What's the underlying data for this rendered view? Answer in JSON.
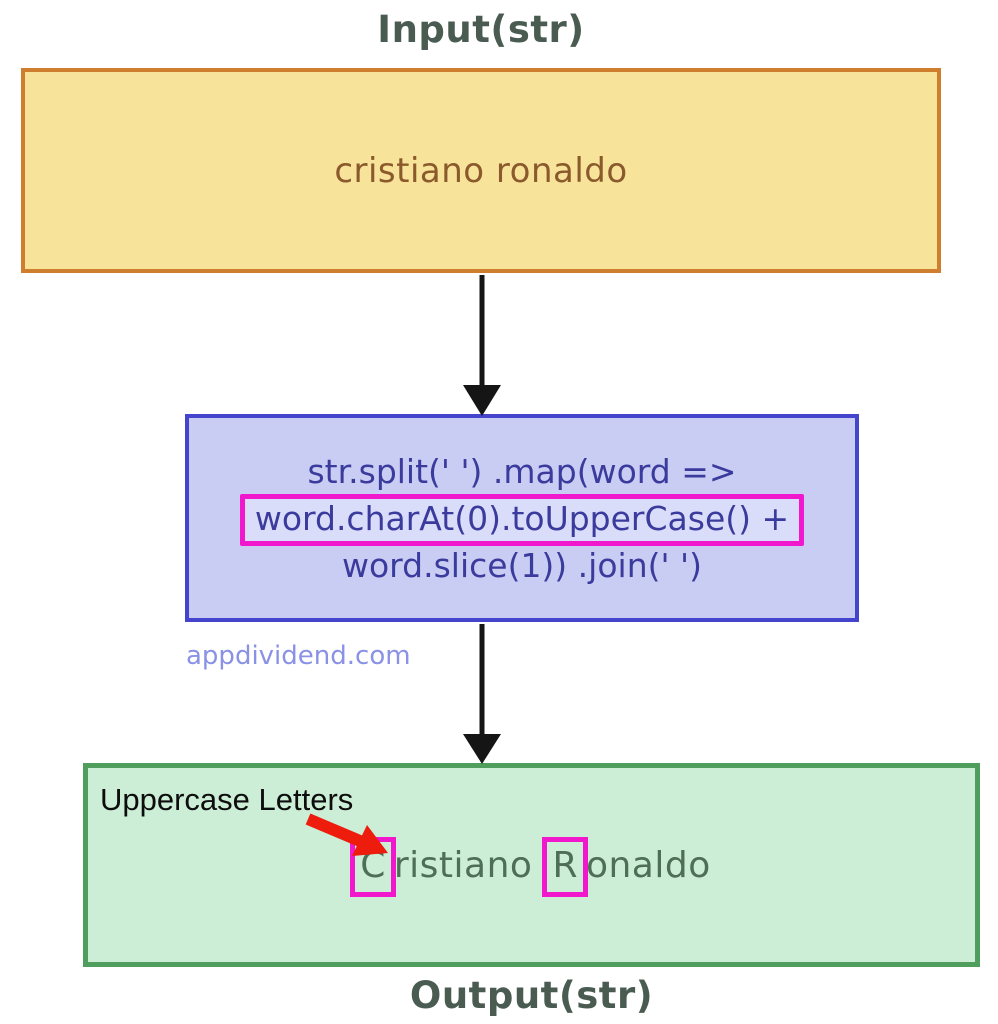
{
  "titles": {
    "input": "Input(str)",
    "output": "Output(str)"
  },
  "input_box": {
    "text": "cristiano ronaldo"
  },
  "process_box": {
    "code_line1": "str.split(' ') .map(word =>",
    "code_line2_highlighted": "word.charAt(0).toUpperCase() +",
    "code_line3": "word.slice(1)) .join(' ')"
  },
  "watermark": "appdividend.com",
  "output_box": {
    "annotation": "Uppercase Letters",
    "result_char1": "C",
    "result_word1_rest": "ristiano",
    "result_char2": "R",
    "result_word2_rest": "onaldo"
  },
  "icons": {
    "flow_arrow_1": "down-arrow-icon",
    "flow_arrow_2": "down-arrow-icon",
    "red_pointer": "red-pointer-arrow-icon"
  },
  "colors": {
    "title-text": "#4a5c52",
    "input-fill": "#f8e39b",
    "input-border": "#cf7e2e",
    "input-text": "#8a5a2c",
    "process-fill": "#c9cdf3",
    "process-border": "#4444cd",
    "code-text": "#3b3b9d",
    "highlight-fill": "#daddf9",
    "watermark-text": "#8a92e6",
    "output-fill": "#cdeed6",
    "output-border": "#4f9e5e",
    "output-text": "#4e6e55",
    "annotation-text": "#0d0d0d",
    "magenta": "#f117cc",
    "red-arrow": "#ee1c0c",
    "flow-arrow": "#151515"
  }
}
